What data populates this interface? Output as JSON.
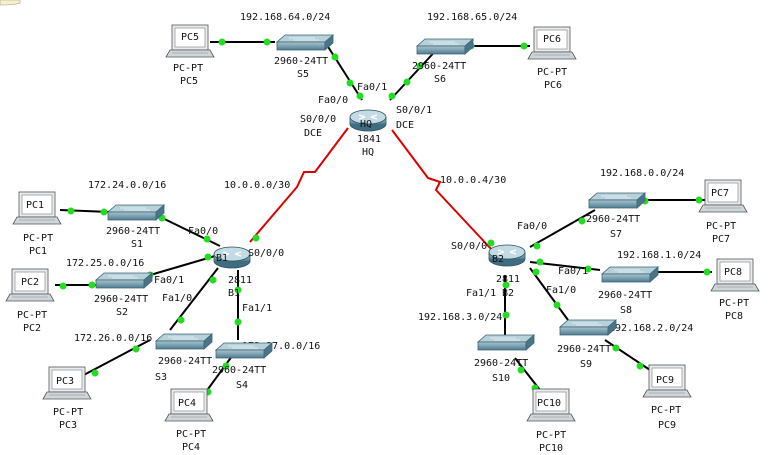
{
  "colors": {
    "ethernet_link": "#000000",
    "serial_link": "#dd0000",
    "port_light": "#22dd22",
    "switch_body": "#6f96a6",
    "router_body": "#5d8fa3",
    "pc_screen": "#ffffff"
  },
  "networks": {
    "hq_s5": "192.168.64.0/24",
    "hq_s6": "192.168.65.0/24",
    "b1_s1": "172.24.0.0/16",
    "b1_s2": "172.25.0.0/16",
    "b1_s3": "172.26.0.0/16",
    "b1_s4": "172.27.0.0/16",
    "hq_b1": "10.0.0.0/30",
    "hq_b2": "10.0.0.4/30",
    "b2_s7": "192.168.0.0/24",
    "b2_s8": "192.168.1.0/24",
    "b2_s9": "192.168.2.0/24",
    "b2_s10": "192.168.3.0/24"
  },
  "routers": {
    "hq": {
      "model": "1841",
      "name": "HQ",
      "icon_label": "HQ"
    },
    "b1": {
      "model": "2811",
      "name": "B1",
      "icon_label": "B1"
    },
    "b2": {
      "model": "2811",
      "name": "B2",
      "icon_label": "B2"
    }
  },
  "switches": {
    "s1": {
      "model": "2960-24TT",
      "name": "S1"
    },
    "s2": {
      "model": "2960-24TT",
      "name": "S2"
    },
    "s3": {
      "model": "2960-24TT",
      "name": "S3"
    },
    "s4": {
      "model": "2960-24TT",
      "name": "S4"
    },
    "s5": {
      "model": "2960-24TT",
      "name": "S5"
    },
    "s6": {
      "model": "2960-24TT",
      "name": "S6"
    },
    "s7": {
      "model": "2960-24TT",
      "name": "S7"
    },
    "s8": {
      "model": "2960-24TT",
      "name": "S8"
    },
    "s9": {
      "model": "2960-24TT",
      "name": "S9"
    },
    "s10": {
      "model": "2960-24TT",
      "name": "S10"
    }
  },
  "pcs": {
    "pc1": {
      "screen": "PC1",
      "type": "PC-PT",
      "name": "PC1"
    },
    "pc2": {
      "screen": "PC2",
      "type": "PC-PT",
      "name": "PC2"
    },
    "pc3": {
      "screen": "PC3",
      "type": "PC-PT",
      "name": "PC3"
    },
    "pc4": {
      "screen": "PC4",
      "type": "PC-PT",
      "name": "PC4"
    },
    "pc5": {
      "screen": "PC5",
      "type": "PC-PT",
      "name": "PC5"
    },
    "pc6": {
      "screen": "PC6",
      "type": "PC-PT",
      "name": "PC6"
    },
    "pc7": {
      "screen": "PC7",
      "type": "PC-PT",
      "name": "PC7"
    },
    "pc8": {
      "screen": "PC8",
      "type": "PC-PT",
      "name": "PC8"
    },
    "pc9": {
      "screen": "PC9",
      "type": "PC-PT",
      "name": "PC9"
    },
    "pc10": {
      "screen": "PC10",
      "type": "PC-PT",
      "name": "PC10"
    }
  },
  "ports": {
    "hq_fa00": "Fa0/0",
    "hq_fa01": "Fa0/1",
    "hq_s000": "S0/0/0",
    "hq_s001": "S0/0/1",
    "hq_dce_left": "DCE",
    "hq_dce_right": "DCE",
    "b1_fa00": "Fa0/0",
    "b1_s000": "S0/0/0",
    "b1_fa01": "Fa0/1",
    "b1_fa10": "Fa1/0",
    "b1_fa11": "Fa1/1",
    "b2_s000": "S0/0/0",
    "b2_fa00": "Fa0/0",
    "b2_fa01": "Fa0/1",
    "b2_fa10": "Fa1/0",
    "b2_fa11": "Fa1/1"
  }
}
